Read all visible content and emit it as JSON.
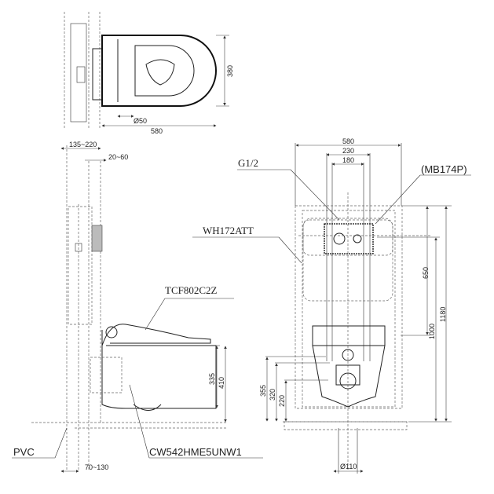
{
  "top_view": {
    "dim_depth": "380",
    "dim_pipe": "Ø50",
    "dim_length": "580"
  },
  "side_view": {
    "dim_frame": "135~220",
    "dim_offset": "20~60",
    "dim_bottom": "70~130",
    "dim_bowl_height": "335",
    "dim_total_height": "410",
    "label_seat": "TCF802C2Z",
    "label_pvc": "PVC",
    "label_bowl": "CW542HME5UNW1"
  },
  "front_view": {
    "dim_width": "580",
    "dim_230": "230",
    "dim_180": "180",
    "label_g12": "G1/2",
    "label_mb": "(MB174P)",
    "label_wh": "WH172ATT",
    "dim_650": "650",
    "dim_1180": "1180",
    "dim_1000": "1000",
    "dim_355": "355",
    "dim_320": "320",
    "dim_220": "220",
    "dim_110": "Ø110"
  }
}
